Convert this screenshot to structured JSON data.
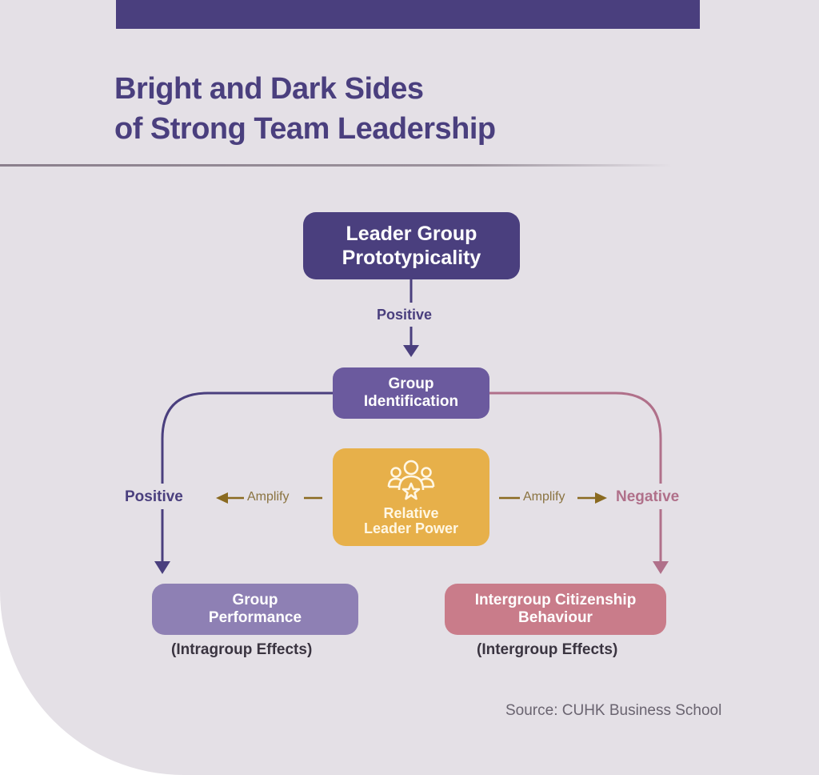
{
  "title": {
    "line1": "Bright and Dark Sides",
    "line2": "of Strong Team Leadership"
  },
  "nodes": {
    "leader_group_prototypicality": {
      "line1": "Leader Group",
      "line2": "Prototypicality"
    },
    "group_identification": {
      "line1": "Group",
      "line2": "Identification"
    },
    "relative_leader_power": {
      "icon": "people-star-icon",
      "line1": "Relative",
      "line2": "Leader Power"
    },
    "group_performance": {
      "line1": "Group",
      "line2": "Performance"
    },
    "intergroup_citizenship": {
      "line1": "Intergroup Citizenship",
      "line2": "Behaviour"
    }
  },
  "edges": {
    "lgp_to_gi": "Positive",
    "gi_to_gp": "Positive",
    "gi_to_icb": "Negative",
    "amplify_left": "Amplify",
    "amplify_right": "Amplify"
  },
  "effects": {
    "intragroup": "(Intragroup Effects)",
    "intergroup": "(Intergroup Effects)"
  },
  "source": "Source: CUHK Business School",
  "colors": {
    "primary_purple": "#4a3f7e",
    "mid_purple": "#6b5a9e",
    "light_purple": "#8e80b4",
    "amber": "#e7b04a",
    "rose": "#c97c8a",
    "background": "#e4e0e6"
  }
}
